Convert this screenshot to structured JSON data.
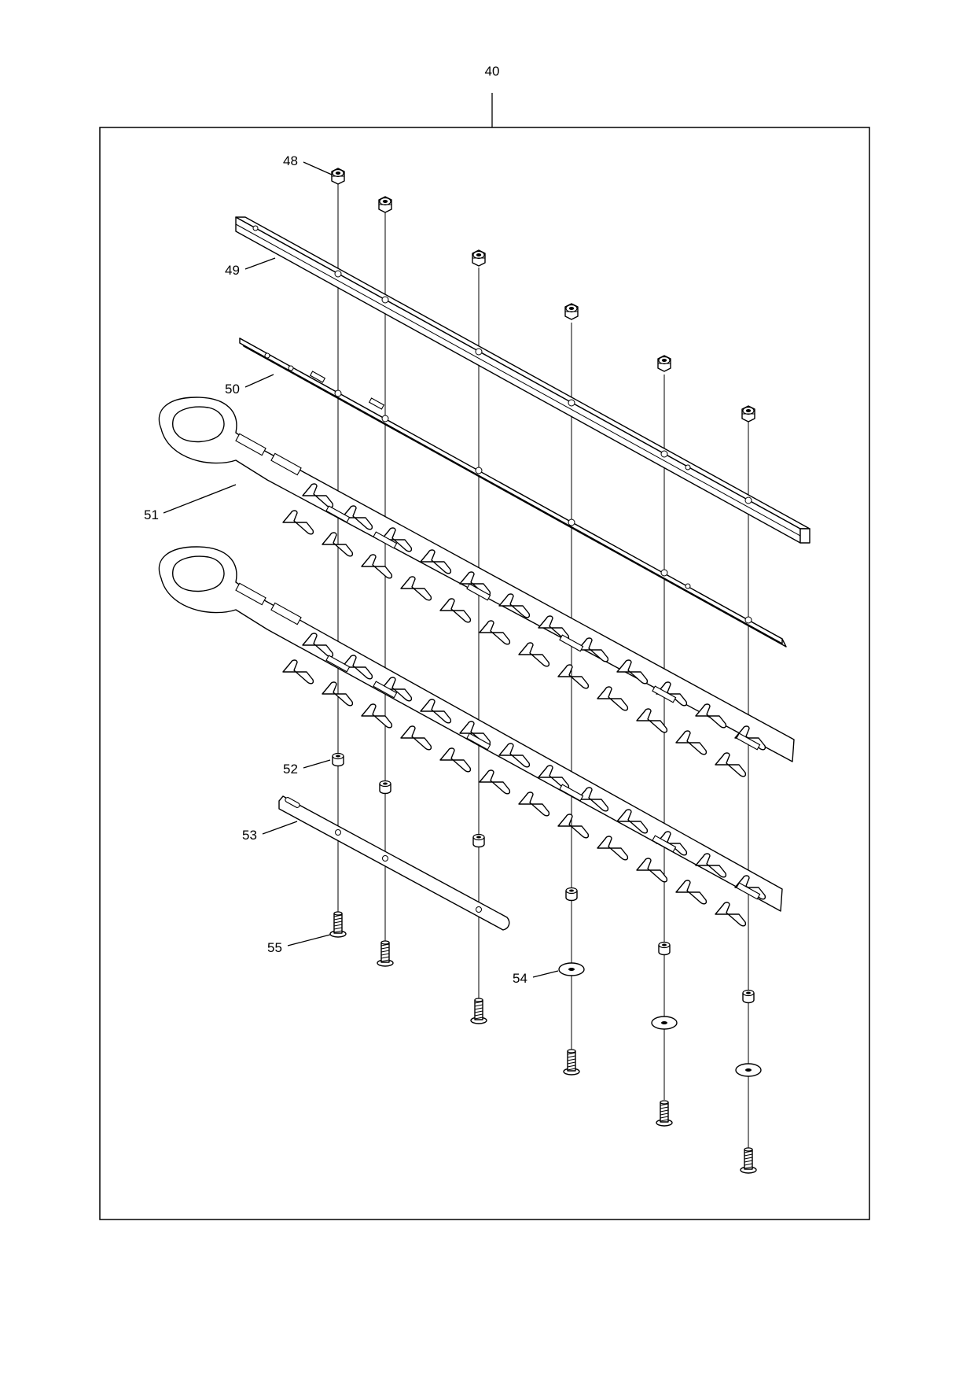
{
  "diagram": {
    "assembly_callout": "40",
    "callouts": {
      "nut": "48",
      "blade_guide": "49",
      "spacer_strip": "50",
      "upper_blade": "51",
      "collar": "52",
      "lower_plate": "53",
      "washer": "54",
      "screw": "55"
    }
  }
}
